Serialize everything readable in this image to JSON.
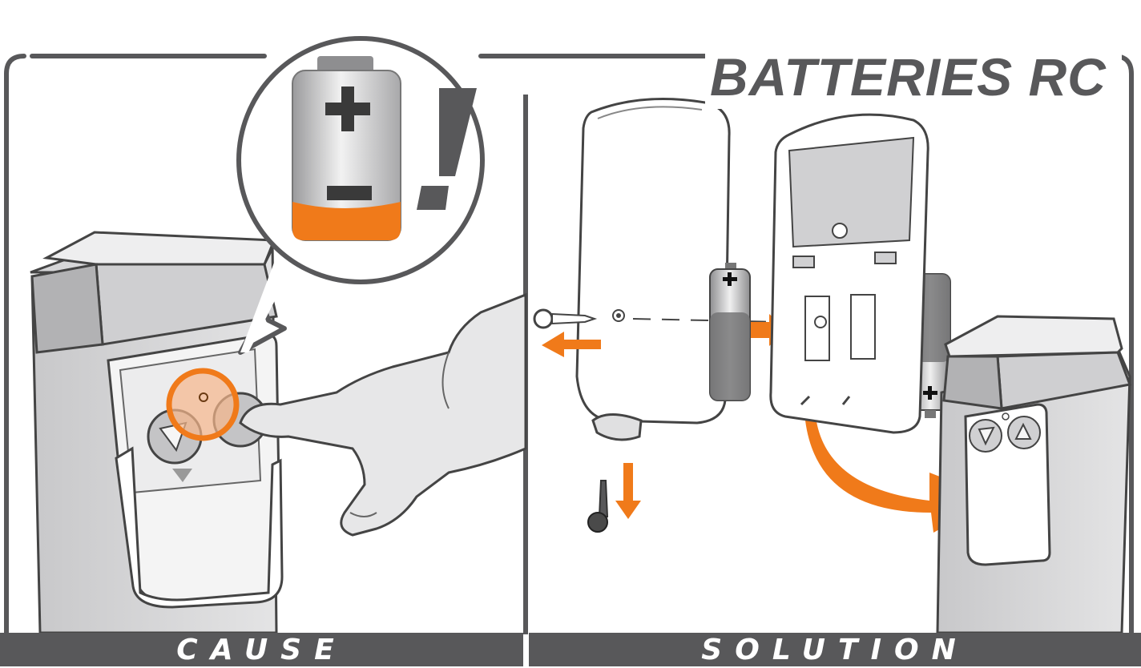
{
  "title": "BATTERIES RC",
  "panels": {
    "cause": {
      "label": "CAUSE"
    },
    "solution": {
      "label": "SOLUTION"
    }
  },
  "colors": {
    "accent": "#f07a1a",
    "frame": "#58585a",
    "light_grey": "#e6e6e7",
    "mid_grey": "#b9b9bb"
  },
  "icons": [
    "battery-icon",
    "exclamation-icon",
    "screw-icon",
    "arrow-icon",
    "remote-control-icon",
    "hand-icon",
    "post-icon"
  ]
}
